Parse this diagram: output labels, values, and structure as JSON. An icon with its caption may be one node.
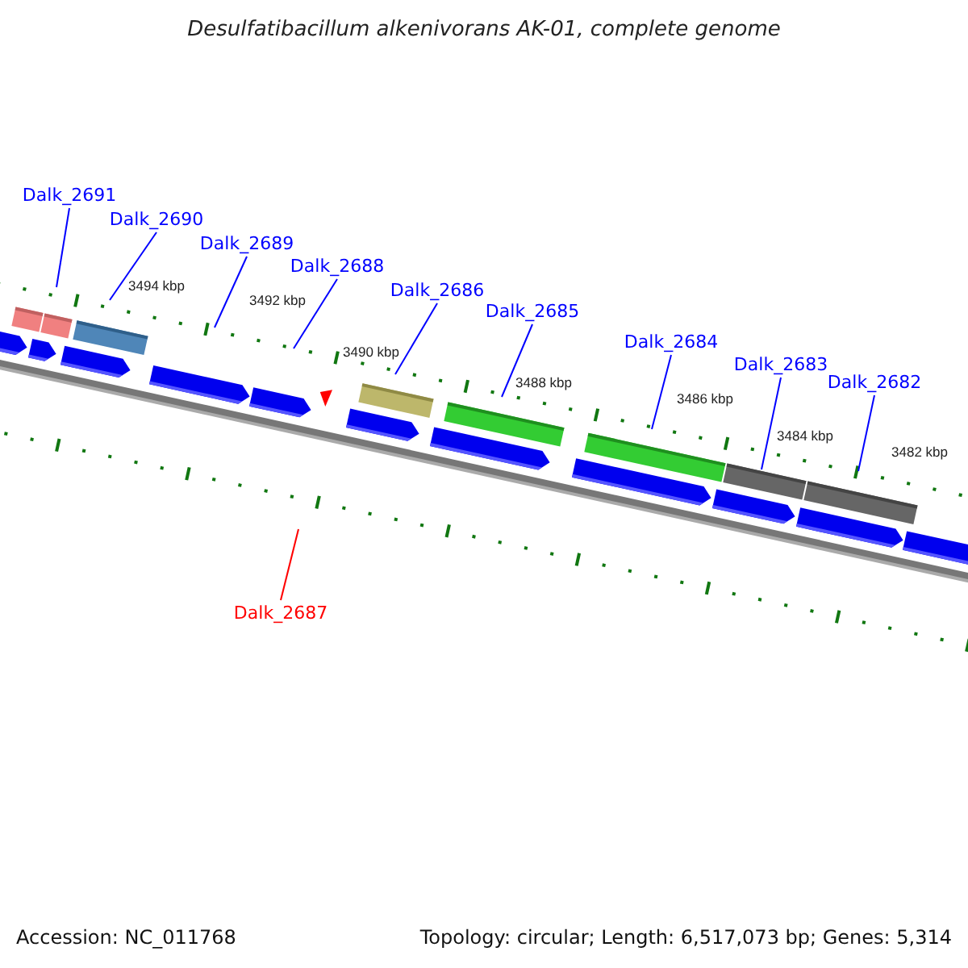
{
  "diagram": {
    "title": "Desulfatibacillum alkenivorans AK-01, complete genome",
    "nodes": [
      {
        "text": [
          "Dalk_2691"
        ]
      },
      {
        "text": [
          "Dalk_2690"
        ]
      },
      {
        "text": [
          "Dalk_2689"
        ]
      },
      {
        "text": [
          "Dalk_2688"
        ]
      },
      {
        "text": [
          "Dalk_2686"
        ]
      },
      {
        "text": [
          "Dalk_2685"
        ]
      },
      {
        "text": [
          "Dalk_2684"
        ]
      },
      {
        "text": [
          "Dalk_2683"
        ]
      },
      {
        "text": [
          "Dalk_2682"
        ]
      },
      {
        "text": [
          "Dalk_2687"
        ]
      }
    ],
    "edges": [
      {
        "from": 0,
        "to": null,
        "arrow": "none"
      },
      {
        "from": 1,
        "to": null,
        "arrow": "none"
      },
      {
        "from": 2,
        "to": null,
        "arrow": "none"
      },
      {
        "from": 3,
        "to": null,
        "arrow": "none"
      },
      {
        "from": 4,
        "to": null,
        "arrow": "none"
      },
      {
        "from": 5,
        "to": null,
        "arrow": "none"
      },
      {
        "from": 6,
        "to": null,
        "arrow": "none"
      },
      {
        "from": 7,
        "to": null,
        "arrow": "none"
      },
      {
        "from": 8,
        "to": null,
        "arrow": "none"
      },
      {
        "from": 9,
        "to": null,
        "arrow": "none",
        "color": "#ff0000"
      }
    ],
    "labels": [
      "3494 kbp",
      "3492 kbp",
      "3490 kbp",
      "3488 kbp",
      "3486 kbp",
      "3484 kbp",
      "3482 kbp",
      "Accession: NC_011768",
      "Topology: circular; Length: 6,517,073 bp; Genes: 5,314"
    ]
  }
}
